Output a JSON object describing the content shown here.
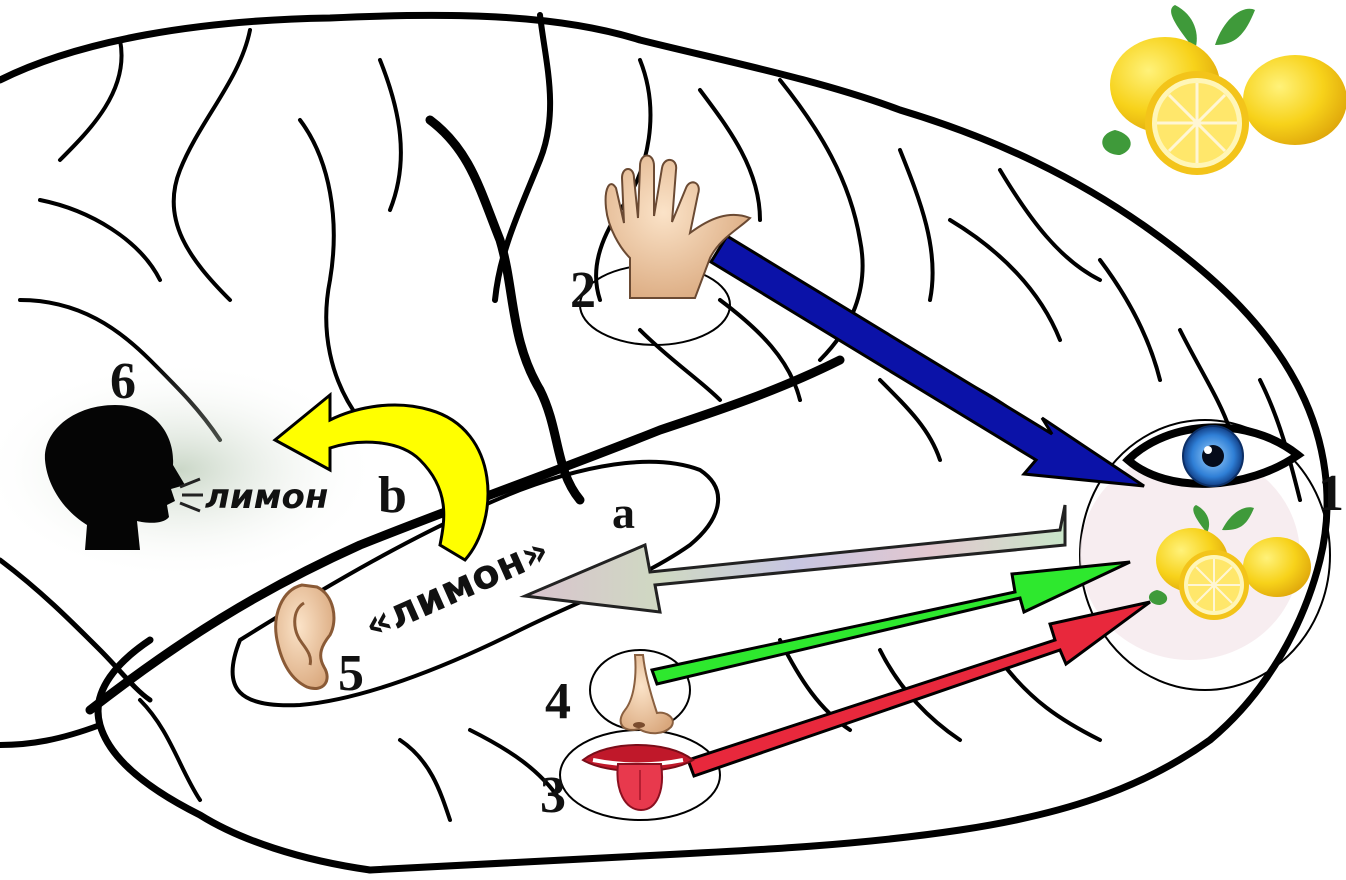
{
  "labels": {
    "region_1": "1",
    "region_2": "2",
    "region_3": "3",
    "region_4": "4",
    "region_5": "5",
    "region_6": "6",
    "word_a": "«лимон»",
    "word_b": "лимон",
    "letter_a": "a",
    "letter_b": "b"
  },
  "icons": {
    "hand": "hand-icon",
    "eye": "eye-icon",
    "lemon_top": "lemon-icon",
    "lemon_center": "lemon-icon",
    "nose": "nose-icon",
    "mouth": "mouth-tongue-icon",
    "ear": "ear-icon",
    "head": "speaking-head-icon"
  },
  "colors": {
    "arrow_touch": "#0b12a8",
    "arrow_smell": "#2ee82e",
    "arrow_taste": "#e8283c",
    "arrow_speech": "#ffff00",
    "lemon": "#f7d21a",
    "leaf": "#3f9a3a",
    "iris": "#2f7fd6"
  }
}
